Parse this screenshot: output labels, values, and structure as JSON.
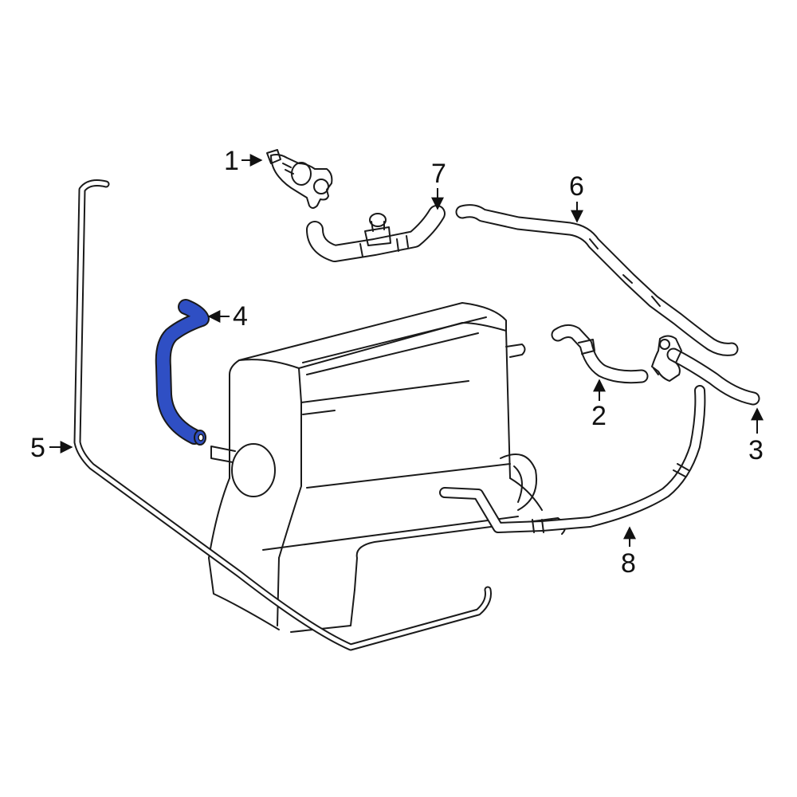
{
  "colors": {
    "highlight": "#2f4fc4",
    "line": "#1a1a1a",
    "background": "#ffffff"
  },
  "callouts": [
    {
      "id": "1",
      "label": "1"
    },
    {
      "id": "2",
      "label": "2"
    },
    {
      "id": "3",
      "label": "3"
    },
    {
      "id": "4",
      "label": "4"
    },
    {
      "id": "5",
      "label": "5"
    },
    {
      "id": "6",
      "label": "6"
    },
    {
      "id": "7",
      "label": "7"
    },
    {
      "id": "8",
      "label": "8"
    }
  ],
  "highlighted_part": "4"
}
